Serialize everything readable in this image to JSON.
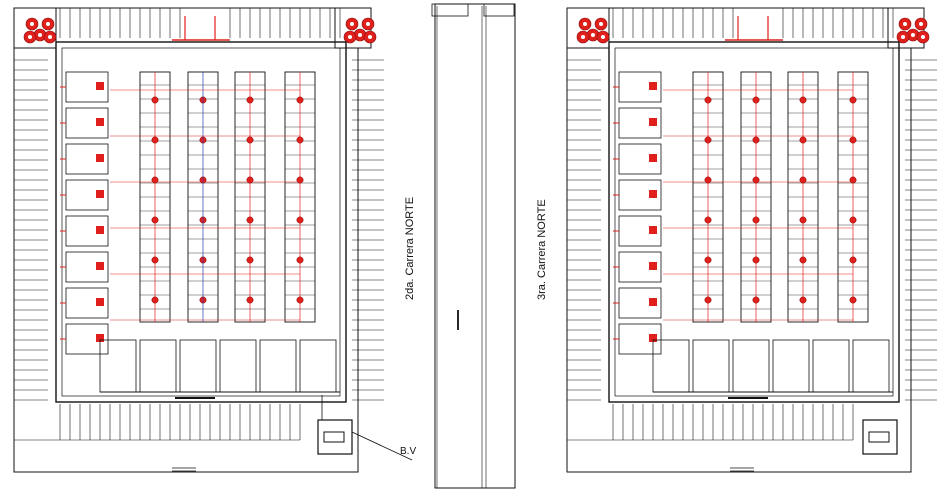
{
  "labels": {
    "street_left": "2da. Carrera NORTE",
    "street_right": "3ra. Carrera NORTE",
    "bv": "B.V"
  },
  "colors": {
    "line": "#111111",
    "accent": "#e0201c",
    "blue": "#2a3fb8",
    "background": "#ffffff"
  },
  "icons": [
    "tree-cluster-icon",
    "sewer-box-icon"
  ]
}
